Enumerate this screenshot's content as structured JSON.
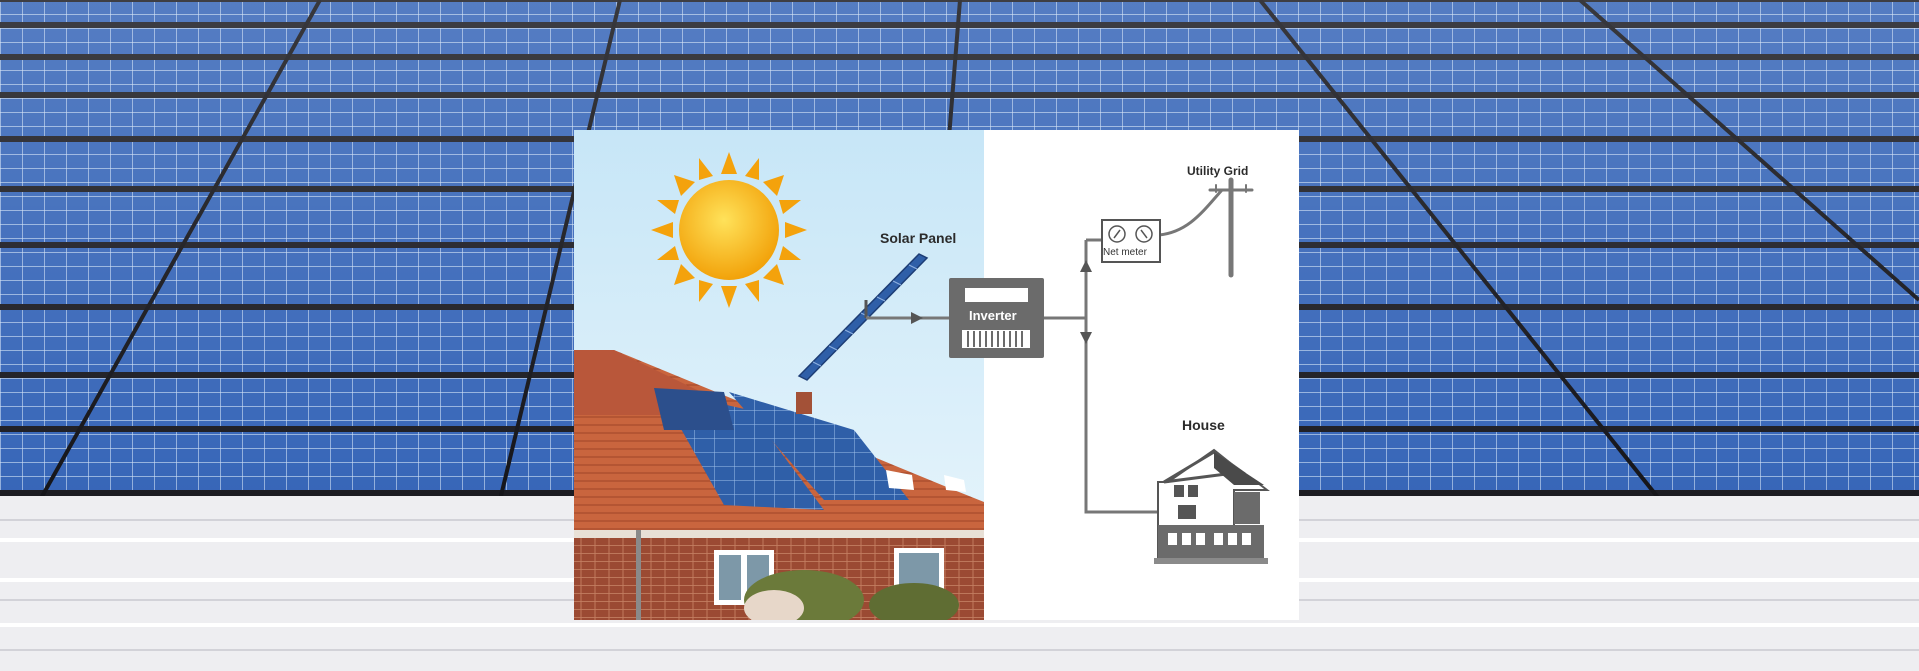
{
  "diagram": {
    "labels": {
      "solar_panel": "Solar Panel",
      "inverter": "Inverter",
      "net_meter": "Net meter",
      "utility_grid": "Utility Grid",
      "house": "House"
    },
    "colors": {
      "sky": "#bfe1f5",
      "sun": "#f6b20e",
      "line": "#777777",
      "inverter_box": "#6b6b6b",
      "roof": "#c9653e",
      "panel": "#2f5fa8"
    }
  }
}
